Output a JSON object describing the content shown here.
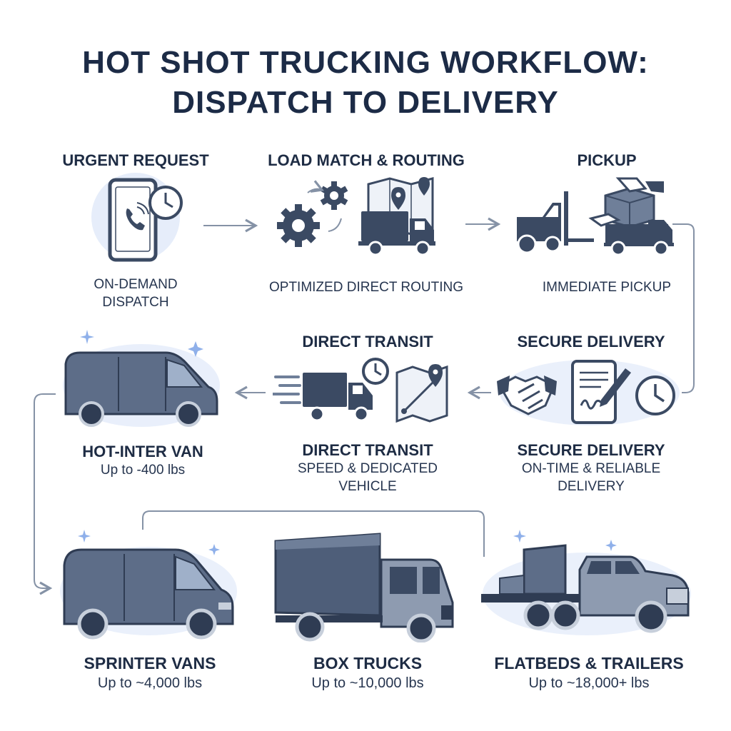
{
  "title": {
    "line1": "HOT SHOT TRUCKING WORKFLOW:",
    "line2": "DISPATCH TO DELIVERY"
  },
  "steps": {
    "urgent_request": {
      "heading": "URGENT REQUEST",
      "subtitle_line1": "ON-DEMAND",
      "subtitle_line2": "DISPATCH"
    },
    "load_match": {
      "heading": "LOAD MATCH & ROUTING",
      "subtitle": "OPTIMIZED DIRECT ROUTING"
    },
    "pickup": {
      "heading": "PICKUP",
      "subtitle": "IMMEDIATE PICKUP"
    },
    "secure_delivery": {
      "heading": "SECURE DELIVERY",
      "title": "SECURE DELIVERY",
      "subtitle_line1": "ON-TIME & RELIABLE",
      "subtitle_line2": "DELIVERY"
    },
    "direct_transit": {
      "heading": "DIRECT TRANSIT",
      "title": "DIRECT TRANSIT",
      "subtitle_line1": "SPEED & DEDICATED",
      "subtitle_line2": "VEHICLE"
    },
    "hot_inter_van": {
      "title": "HOT-INTER VAN",
      "capacity": "Up to -400 lbs"
    }
  },
  "vehicles": [
    {
      "title": "SPRINTER VANS",
      "capacity": "Up to ~4,000 lbs"
    },
    {
      "title": "BOX TRUCKS",
      "capacity": "Up to ~10,000 lbs"
    },
    {
      "title": "FLATBEDS & TRAILERS",
      "capacity": "Up to ~18,000+ lbs"
    }
  ],
  "colors": {
    "primary": "#3b4a63",
    "text": "#1e2c44",
    "connector": "#8592a6",
    "glow": "#c9d8f5",
    "white": "#ffffff"
  },
  "icons": [
    "smartphone-icon",
    "clock-icon",
    "gears-icon",
    "map-pin-icon",
    "delivery-truck-icon",
    "forklift-icon",
    "package-handoff-icon",
    "handshake-icon",
    "signature-tablet-icon",
    "moving-truck-icon",
    "route-map-icon",
    "cargo-van-icon",
    "sparkle-icon",
    "box-truck-icon",
    "flatbed-pickup-icon"
  ]
}
